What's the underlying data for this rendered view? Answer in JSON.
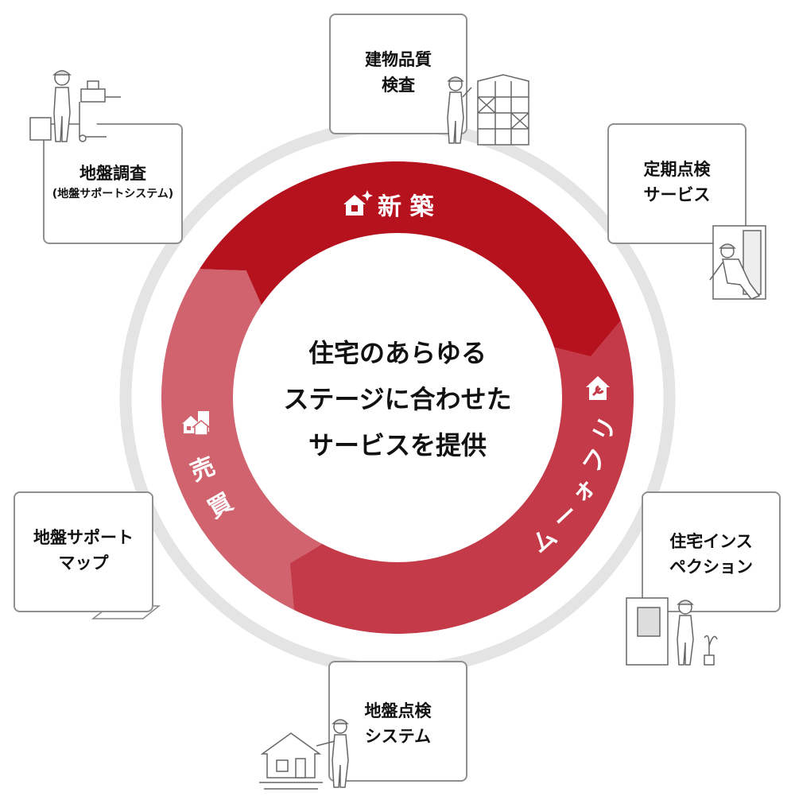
{
  "center": {
    "line1": "住宅のあらゆる",
    "line2": "ステージに合わせた",
    "line3": "サービスを提供"
  },
  "segments": {
    "shinchiku": "新 築",
    "reform": [
      "リ",
      "フ",
      "ォ",
      "ー",
      "ム"
    ],
    "baibai": [
      "売",
      "買"
    ]
  },
  "services": {
    "kenbutsu": {
      "line1": "建物品質",
      "line2": "検査"
    },
    "teiki": {
      "line1": "定期点検",
      "line2": "サービス"
    },
    "jiban_chousa": {
      "line1": "地盤調査",
      "line2": "(地盤サポートシステム)"
    },
    "inspection": {
      "line1": "住宅インス",
      "line2": "ペクション"
    },
    "map": {
      "line1": "地盤サポート",
      "line2": "マップ"
    },
    "tenken_system": {
      "line1": "地盤点検",
      "line2": "システム"
    }
  },
  "colors": {
    "dark_red": "#b5121e",
    "mid_red": "#c43a48",
    "light_red": "#d0636d",
    "outer_ring": "#e4e4e4",
    "box_border": "#8f8f8f"
  },
  "icons": [
    "house-sparkle-icon",
    "house-wrench-icon",
    "houses-building-icon",
    "map-pin-icon"
  ]
}
